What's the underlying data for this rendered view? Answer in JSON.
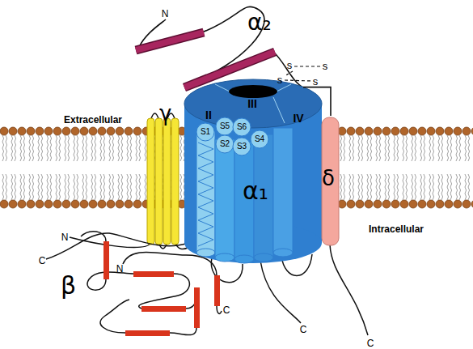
{
  "diagram": {
    "nodes": [
      {
        "text": [
          "α₂"
        ]
      },
      {
        "text": [
          "γ"
        ]
      },
      {
        "text": [
          "α₁"
        ]
      },
      {
        "text": [
          "δ"
        ]
      },
      {
        "text": [
          "β"
        ]
      }
    ],
    "edges": [
      {
        "from": 0,
        "to": 3,
        "arrow": "none"
      }
    ],
    "labels": [
      "Extracellular",
      "Intracellular",
      "N",
      "s",
      "s",
      "s",
      "s",
      "II",
      "III",
      "IV",
      "S1",
      "S5",
      "S6",
      "S2",
      "S3",
      "S4",
      "N",
      "C",
      "N",
      "C",
      "C",
      "C"
    ]
  }
}
